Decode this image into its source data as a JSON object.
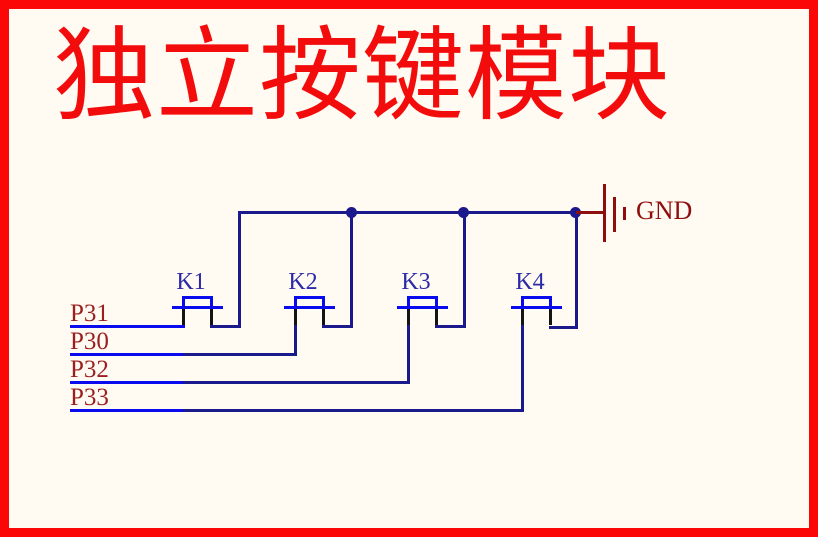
{
  "title": {
    "text": "独立按键模块"
  },
  "module": {
    "buttons": [
      {
        "label": "K1"
      },
      {
        "label": "K2"
      },
      {
        "label": "K3"
      },
      {
        "label": "K4"
      }
    ],
    "ports": [
      {
        "label": "P31"
      },
      {
        "label": "P30"
      },
      {
        "label": "P32"
      },
      {
        "label": "P33"
      }
    ],
    "ground_label": "GND",
    "connections": [
      {
        "button": "K1",
        "port": "P31",
        "common": "GND"
      },
      {
        "button": "K2",
        "port": "P30",
        "common": "GND"
      },
      {
        "button": "K3",
        "port": "P32",
        "common": "GND"
      },
      {
        "button": "K4",
        "port": "P33",
        "common": "GND"
      }
    ]
  },
  "colors": {
    "background": "#FFFAF2",
    "border": "#FB0707",
    "title": "#F30C0C",
    "wire_navy": "#1A1A8C",
    "wire_blue": "#0A0AEF",
    "pin_black": "#141414",
    "label_maroon": "#9A1F1F",
    "ground_dark_red": "#8E0D0D",
    "designator_blue": "#2B2BA8"
  }
}
